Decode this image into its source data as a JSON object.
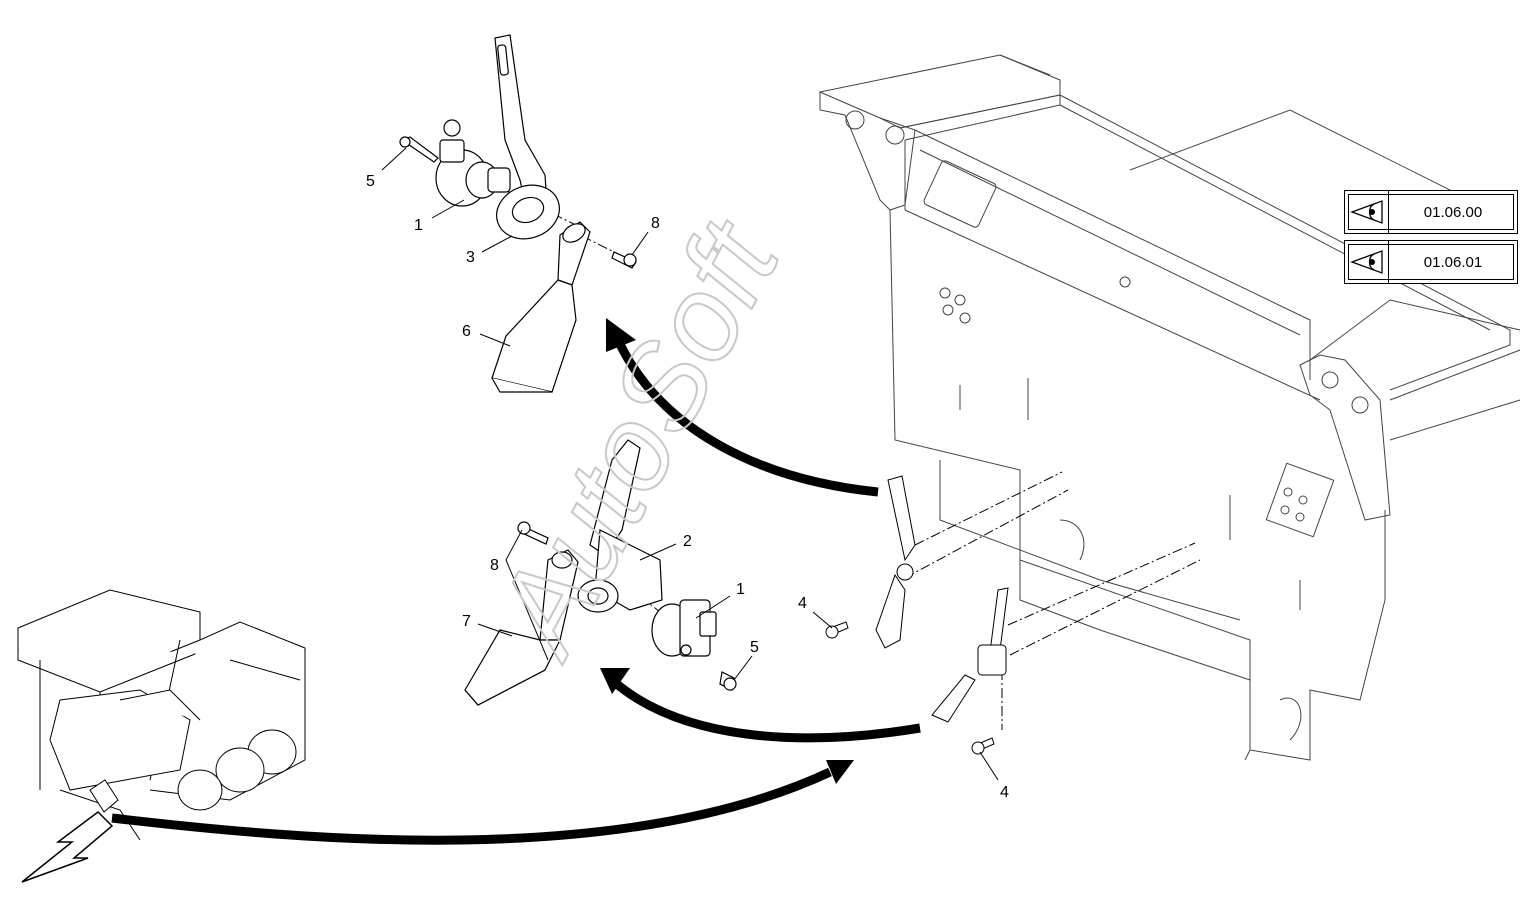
{
  "watermark": "AutoSoft",
  "callouts": {
    "top_5": "5",
    "top_1": "1",
    "top_3": "3",
    "top_8": "8",
    "top_6": "6",
    "mid_2": "2",
    "mid_8": "8",
    "mid_1": "1",
    "mid_7": "7",
    "mid_5": "5",
    "frame_4a": "4",
    "frame_4b": "4"
  },
  "references": [
    {
      "code": "01.06.00",
      "icon": "eye-icon"
    },
    {
      "code": "01.06.01",
      "icon": "eye-icon"
    }
  ],
  "colors": {
    "line": "#000000",
    "light_line": "#555555",
    "watermark": "#d9d9d9"
  }
}
